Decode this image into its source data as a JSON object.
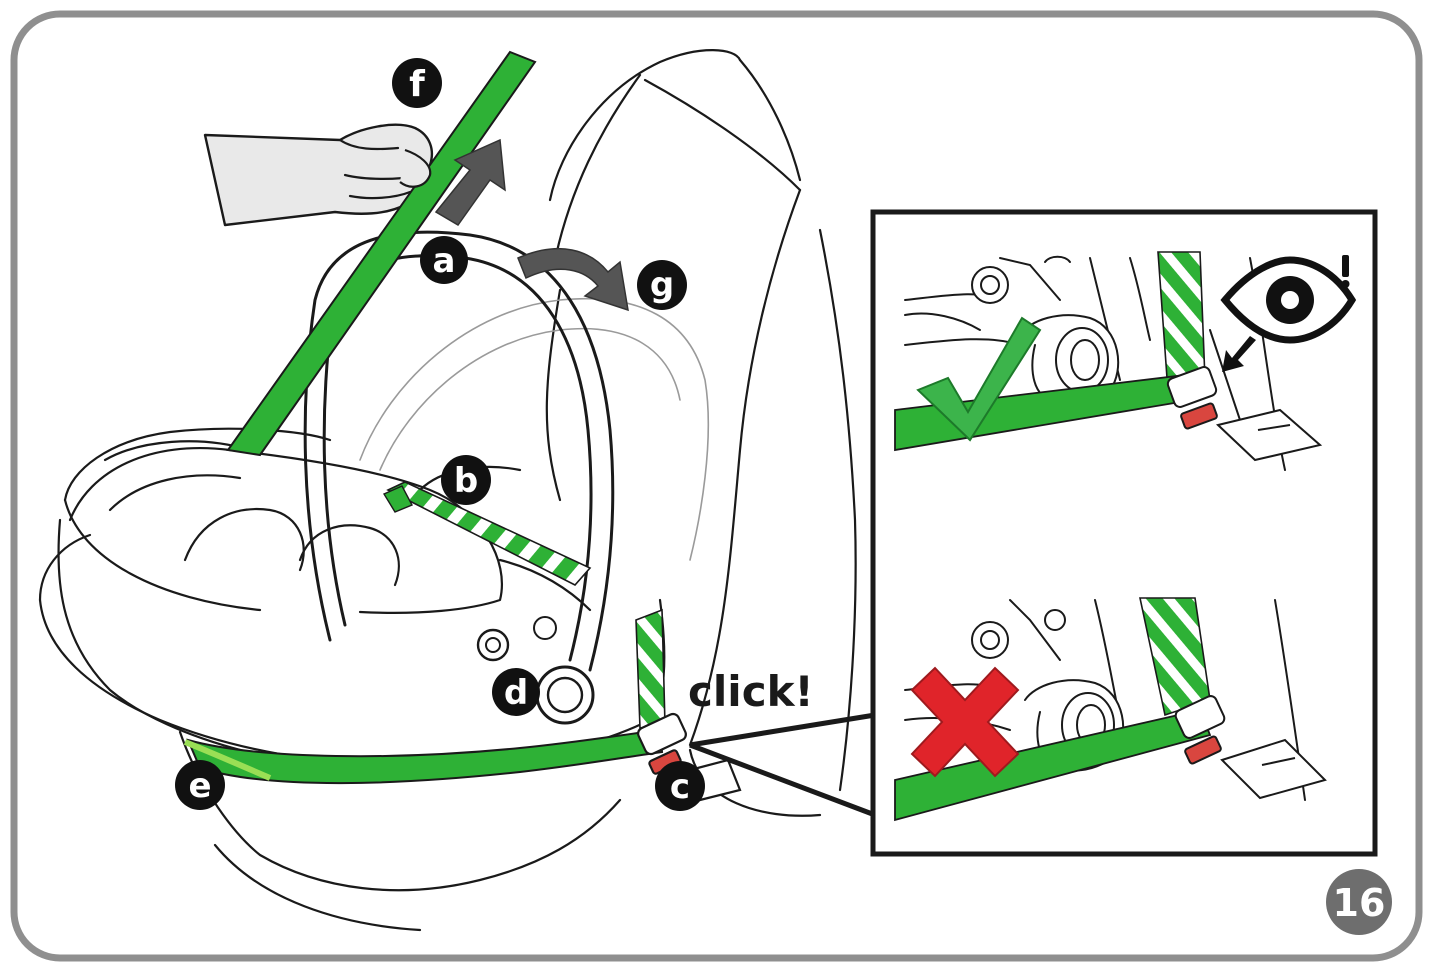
{
  "colors": {
    "belt_green": "#2eb136",
    "belt_dark": "#1f8a2a",
    "frame_gray": "#8f8f8f",
    "arrow_gray": "#555555",
    "check_green": "#3cb44b",
    "cross_red": "#e0242a",
    "buckle_red": "#d9463f",
    "badge_black": "#111111",
    "page_badge": "#6e6e6e"
  },
  "labels": {
    "a": "a",
    "b": "b",
    "c": "c",
    "d": "d",
    "e": "e",
    "f": "f",
    "g": "g"
  },
  "sound_text": "click!",
  "page_number": "16",
  "inset": {
    "correct_symbol": "check-mark",
    "wrong_symbol": "cross-mark",
    "attention_symbol": "!"
  },
  "icons": [
    "hand-icon",
    "arrow-up-icon",
    "arrow-rotate-icon",
    "eye-icon",
    "check-icon",
    "cross-icon"
  ]
}
